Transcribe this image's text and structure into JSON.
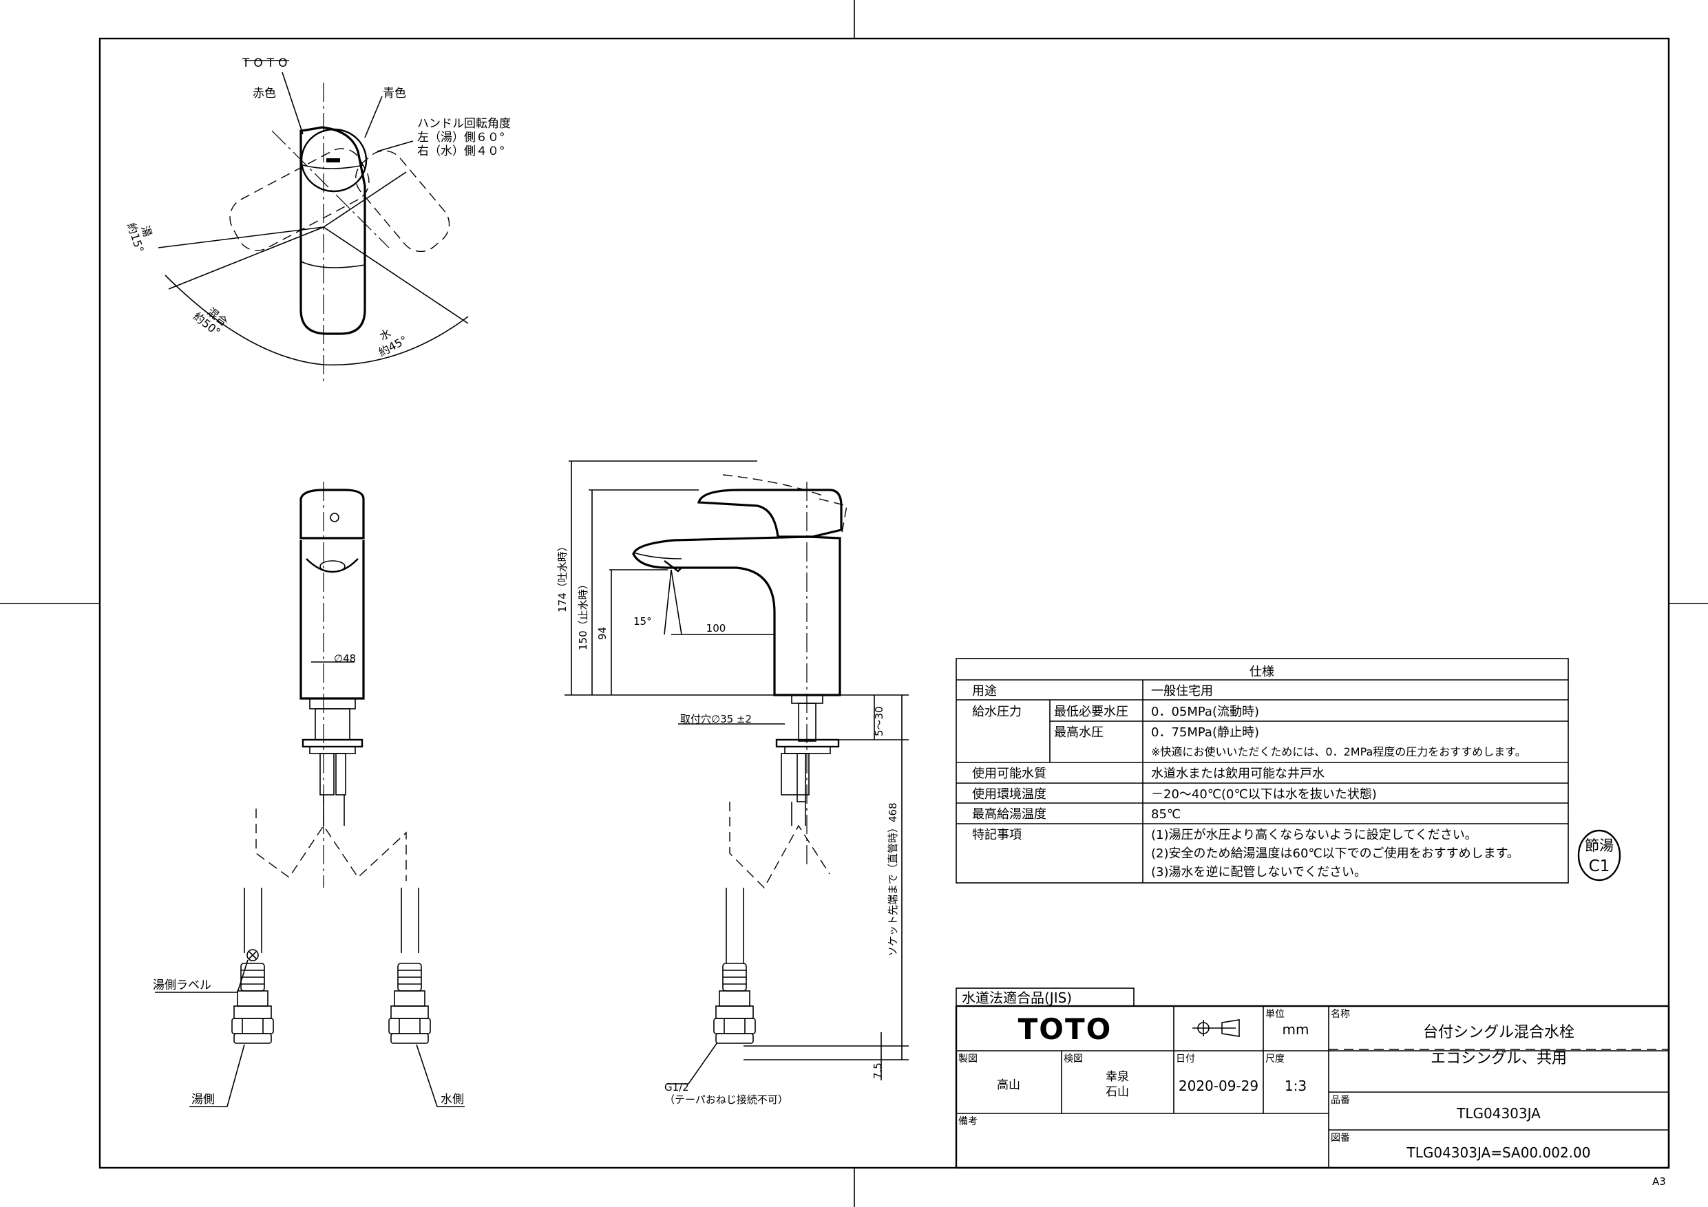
{
  "top_view": {
    "brand": "TOTO",
    "red_label": "赤色",
    "blue_label": "青色",
    "handle_angle_title": "ハンドル回転角度",
    "handle_angle_left": "左（湯）側６０°",
    "handle_angle_right": "右（水）側４０°",
    "hot_label": "湯",
    "hot_angle": "約15°",
    "mix_label": "混合",
    "mix_angle": "約50°",
    "cold_label": "水",
    "cold_angle": "約45°"
  },
  "front_view": {
    "diameter": "∅48",
    "hot_label_tag": "湯側ラベル",
    "hot_side": "湯側",
    "cold_side": "水側"
  },
  "side_view": {
    "dim_174": "174（吐水時）",
    "dim_150": "150（止水時）",
    "dim_94": "94",
    "dim_15deg": "15°",
    "dim_100": "100",
    "mount_hole": "取付穴∅35 ±2",
    "dim_5_30": "5～30",
    "dim_468": "ソケット先端まで（直管時）468",
    "dim_7_5": "7.5",
    "thread": "G1/2",
    "thread_note": "（テーパおねじ接続不可）"
  },
  "spec": {
    "title": "仕様",
    "rows": [
      {
        "label": "用途",
        "sub": "",
        "value": "一般住宅用"
      },
      {
        "label": "給水圧力",
        "sub": "最低必要水圧",
        "value": "0．05MPa(流動時)"
      },
      {
        "label": "",
        "sub": "最高水圧",
        "value": "0．75MPa(静止時)"
      },
      {
        "label": "",
        "sub": "",
        "value": "※快適にお使いいただくためには、0．2MPa程度の圧力をおすすめします。"
      },
      {
        "label": "使用可能水質",
        "sub": "",
        "value": "水道水または飲用可能な井戸水"
      },
      {
        "label": "使用環境温度",
        "sub": "",
        "value": "－20～40℃(0℃以下は水を抜いた状態)"
      },
      {
        "label": "最高給湯温度",
        "sub": "",
        "value": "85℃"
      },
      {
        "label": "特記事項",
        "sub": "",
        "value": "(1)湯圧が水圧より高くならないように設定してください。"
      },
      {
        "label": "",
        "sub": "",
        "value": "(2)安全のため給湯温度は60℃以下でのご使用をおすすめします。"
      },
      {
        "label": "",
        "sub": "",
        "value": "(3)湯水を逆に配管しないでください。"
      }
    ]
  },
  "stamp": {
    "line1": "節湯",
    "line2": "C1"
  },
  "title_block": {
    "jis": "水道法適合品(JIS)",
    "logo": "TOTO",
    "unit_label": "単位",
    "unit": "mm",
    "name_label": "名称",
    "name": "台付シングル混合水栓",
    "subname": "エコシングル、共用",
    "drawn_label": "製図",
    "drawn": "高山",
    "checked_label": "検図",
    "checked1": "幸泉",
    "checked2": "石山",
    "date_label": "日付",
    "date": "2020-09-29",
    "scale_label": "尺度",
    "scale": "1:3",
    "part_label": "品番",
    "part": "TLG04303JA",
    "remarks_label": "備考",
    "drawing_label": "図番",
    "drawing": "TLG04303JA=SA00.002.00"
  },
  "paper_size": "A3"
}
